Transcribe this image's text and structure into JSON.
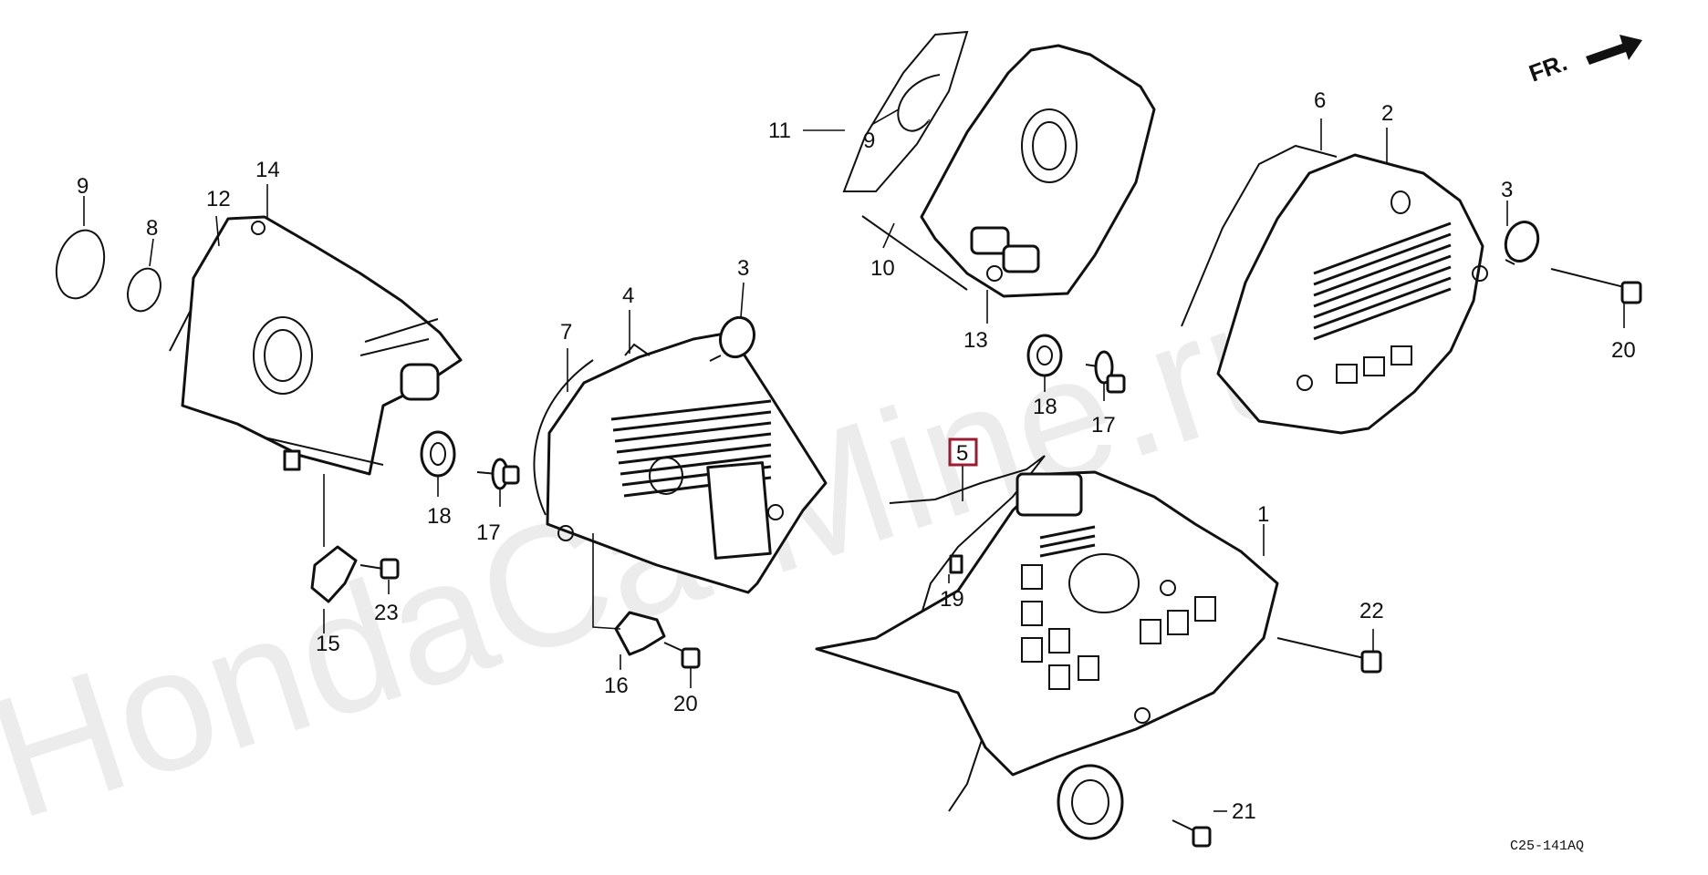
{
  "watermark": "HondaCarMine.ru",
  "direction_label": "FR.",
  "diagram_code": "C25-141AQ",
  "highlighted_callout": "5",
  "callouts": [
    {
      "id": "c9a",
      "text": "9"
    },
    {
      "id": "c8",
      "text": "8"
    },
    {
      "id": "c12",
      "text": "12"
    },
    {
      "id": "c14",
      "text": "14"
    },
    {
      "id": "c18a",
      "text": "18"
    },
    {
      "id": "c17a",
      "text": "17"
    },
    {
      "id": "c15",
      "text": "15"
    },
    {
      "id": "c23",
      "text": "23"
    },
    {
      "id": "c7",
      "text": "7"
    },
    {
      "id": "c4",
      "text": "4"
    },
    {
      "id": "c3a",
      "text": "3"
    },
    {
      "id": "c16",
      "text": "16"
    },
    {
      "id": "c20a",
      "text": "20"
    },
    {
      "id": "c11",
      "text": "11"
    },
    {
      "id": "c9b",
      "text": "9"
    },
    {
      "id": "c10",
      "text": "10"
    },
    {
      "id": "c13",
      "text": "13"
    },
    {
      "id": "c18b",
      "text": "18"
    },
    {
      "id": "c17b",
      "text": "17"
    },
    {
      "id": "c5",
      "text": "5"
    },
    {
      "id": "c19",
      "text": "19"
    },
    {
      "id": "c1",
      "text": "1"
    },
    {
      "id": "c22",
      "text": "22"
    },
    {
      "id": "c21",
      "text": "21"
    },
    {
      "id": "c6",
      "text": "6"
    },
    {
      "id": "c2",
      "text": "2"
    },
    {
      "id": "c3b",
      "text": "3"
    },
    {
      "id": "c20b",
      "text": "20"
    }
  ]
}
